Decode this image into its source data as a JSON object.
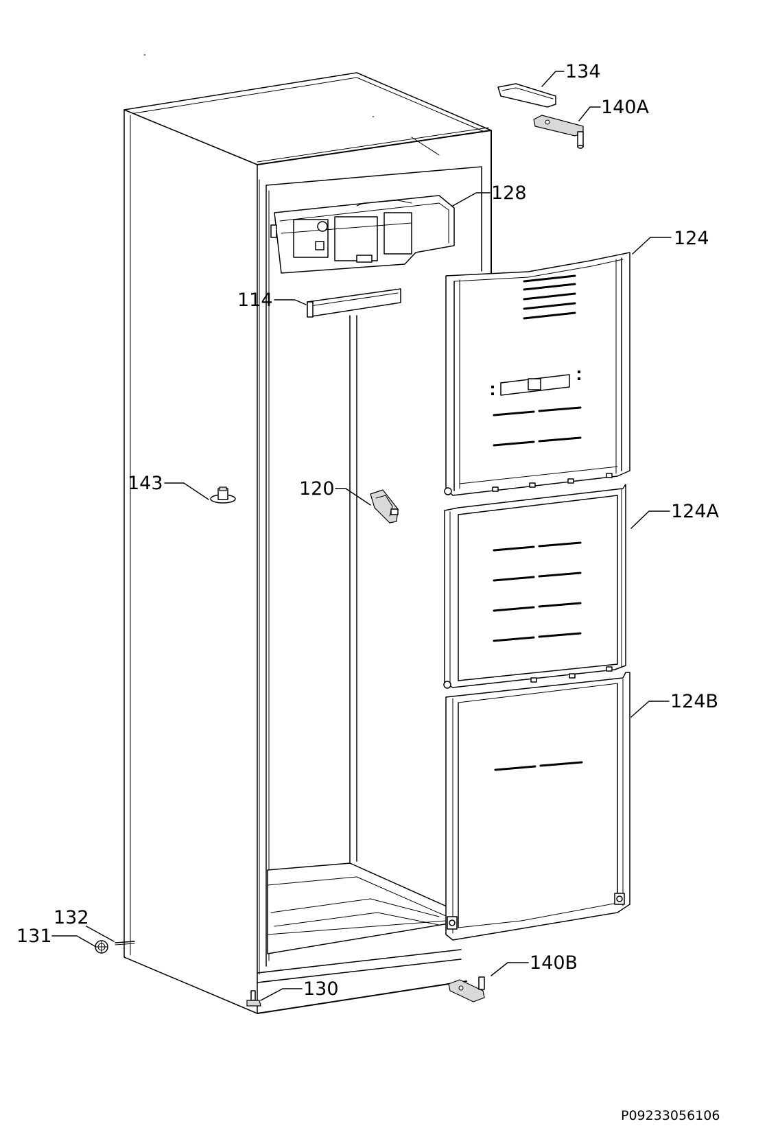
{
  "diagram": {
    "parts": [
      {
        "id": "134",
        "label": "134"
      },
      {
        "id": "140A",
        "label": "140A"
      },
      {
        "id": "128",
        "label": "128"
      },
      {
        "id": "124",
        "label": "124"
      },
      {
        "id": "114",
        "label": "114"
      },
      {
        "id": "143",
        "label": "143"
      },
      {
        "id": "120",
        "label": "120"
      },
      {
        "id": "124A",
        "label": "124A"
      },
      {
        "id": "124B",
        "label": "124B"
      },
      {
        "id": "132",
        "label": "132"
      },
      {
        "id": "131",
        "label": "131"
      },
      {
        "id": "140B",
        "label": "140B"
      },
      {
        "id": "130",
        "label": "130"
      }
    ],
    "drawing_code": "P09233056106"
  }
}
